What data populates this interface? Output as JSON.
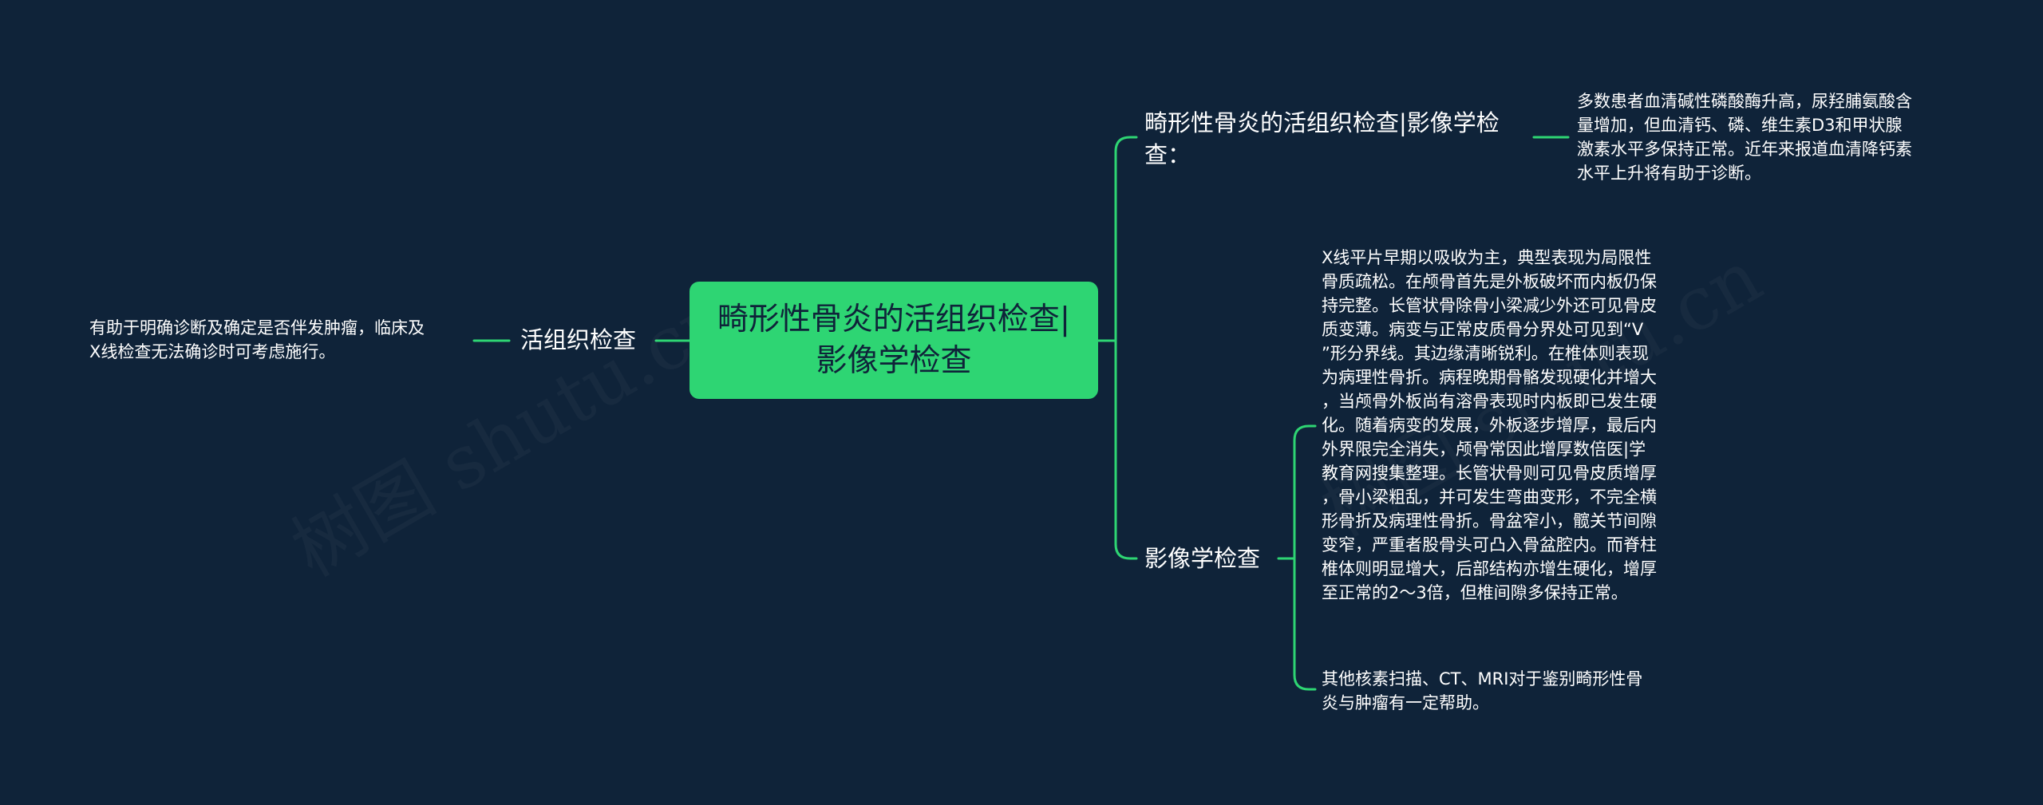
{
  "root": {
    "lines": [
      "畸形性骨炎的活组织检查|",
      "影像学检查"
    ]
  },
  "left_branch": {
    "label": "活组织检查",
    "leaf": {
      "lines": [
        "有助于明确诊断及确定是否伴发肿瘤，临床及",
        "X线检查无法确诊时可考虑施行。"
      ]
    }
  },
  "right_branches": [
    {
      "lines": [
        "畸形性骨炎的活组织检查|影像学检",
        "查："
      ],
      "leaves": [
        {
          "lines": [
            "多数患者血清碱性磷酸酶升高，尿羟脯氨酸含",
            "量增加，但血清钙、磷、维生素D3和甲状腺",
            "激素水平多保持正常。近年来报道血清降钙素",
            "水平上升将有助于诊断。"
          ]
        }
      ]
    },
    {
      "lines": [
        "影像学检查"
      ],
      "leaves": [
        {
          "lines": [
            "X线平片早期以吸收为主，典型表现为局限性",
            "骨质疏松。在颅骨首先是外板破坏而内板仍保",
            "持完整。长管状骨除骨小梁减少外还可见骨皮",
            "质变薄。病变与正常皮质骨分界处可见到“V",
            "”形分界线。其边缘清晰锐利。在椎体则表现",
            "为病理性骨折。病程晚期骨骼发现硬化并增大",
            "，当颅骨外板尚有溶骨表现时内板即已发生硬",
            "化。随着病变的发展，外板逐步增厚，最后内",
            "外界限完全消失，颅骨常因此增厚数倍医|学",
            "教育网搜集整理。长管状骨则可见骨皮质增厚",
            "，骨小梁粗乱，并可发生弯曲变形，不完全横",
            "形骨折及病理性骨折。骨盆窄小，髋关节间隙",
            "变窄，严重者股骨头可凸入骨盆腔内。而脊柱",
            "椎体则明显增大，后部结构亦增生硬化，增厚",
            "至正常的2～3倍，但椎间隙多保持正常。"
          ]
        },
        {
          "lines": [
            "其他核素扫描、CT、MRI对于鉴别畸形性骨",
            "炎与肿瘤有一定帮助。"
          ]
        }
      ]
    }
  ],
  "watermarks": [
    "树图 shutu.cn",
    "树图 shutu.cn"
  ],
  "colors": {
    "background": "#0f2339",
    "accent": "#2ed573",
    "text": "#ffffff"
  }
}
